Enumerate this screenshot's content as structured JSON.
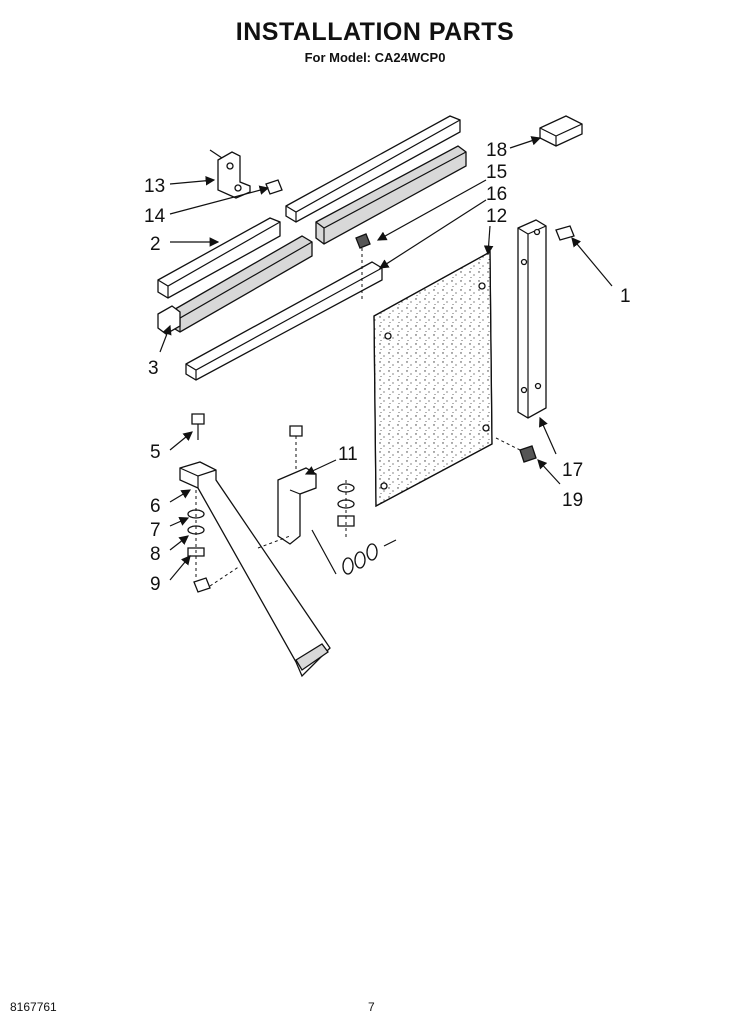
{
  "header": {
    "title": "INSTALLATION PARTS",
    "subtitle": "For Model: CA24WCP0"
  },
  "callouts": [
    {
      "id": "c1",
      "label": "1"
    },
    {
      "id": "c2",
      "label": "2"
    },
    {
      "id": "c3",
      "label": "3"
    },
    {
      "id": "c5",
      "label": "5"
    },
    {
      "id": "c6",
      "label": "6"
    },
    {
      "id": "c7",
      "label": "7"
    },
    {
      "id": "c8",
      "label": "8"
    },
    {
      "id": "c9",
      "label": "9"
    },
    {
      "id": "c11",
      "label": "11"
    },
    {
      "id": "c12",
      "label": "12"
    },
    {
      "id": "c13",
      "label": "13"
    },
    {
      "id": "c14",
      "label": "14"
    },
    {
      "id": "c15",
      "label": "15"
    },
    {
      "id": "c16",
      "label": "16"
    },
    {
      "id": "c17",
      "label": "17"
    },
    {
      "id": "c18",
      "label": "18"
    },
    {
      "id": "c19",
      "label": "19"
    }
  ],
  "footer": {
    "doc_number": "8167761",
    "page_number": "7"
  }
}
